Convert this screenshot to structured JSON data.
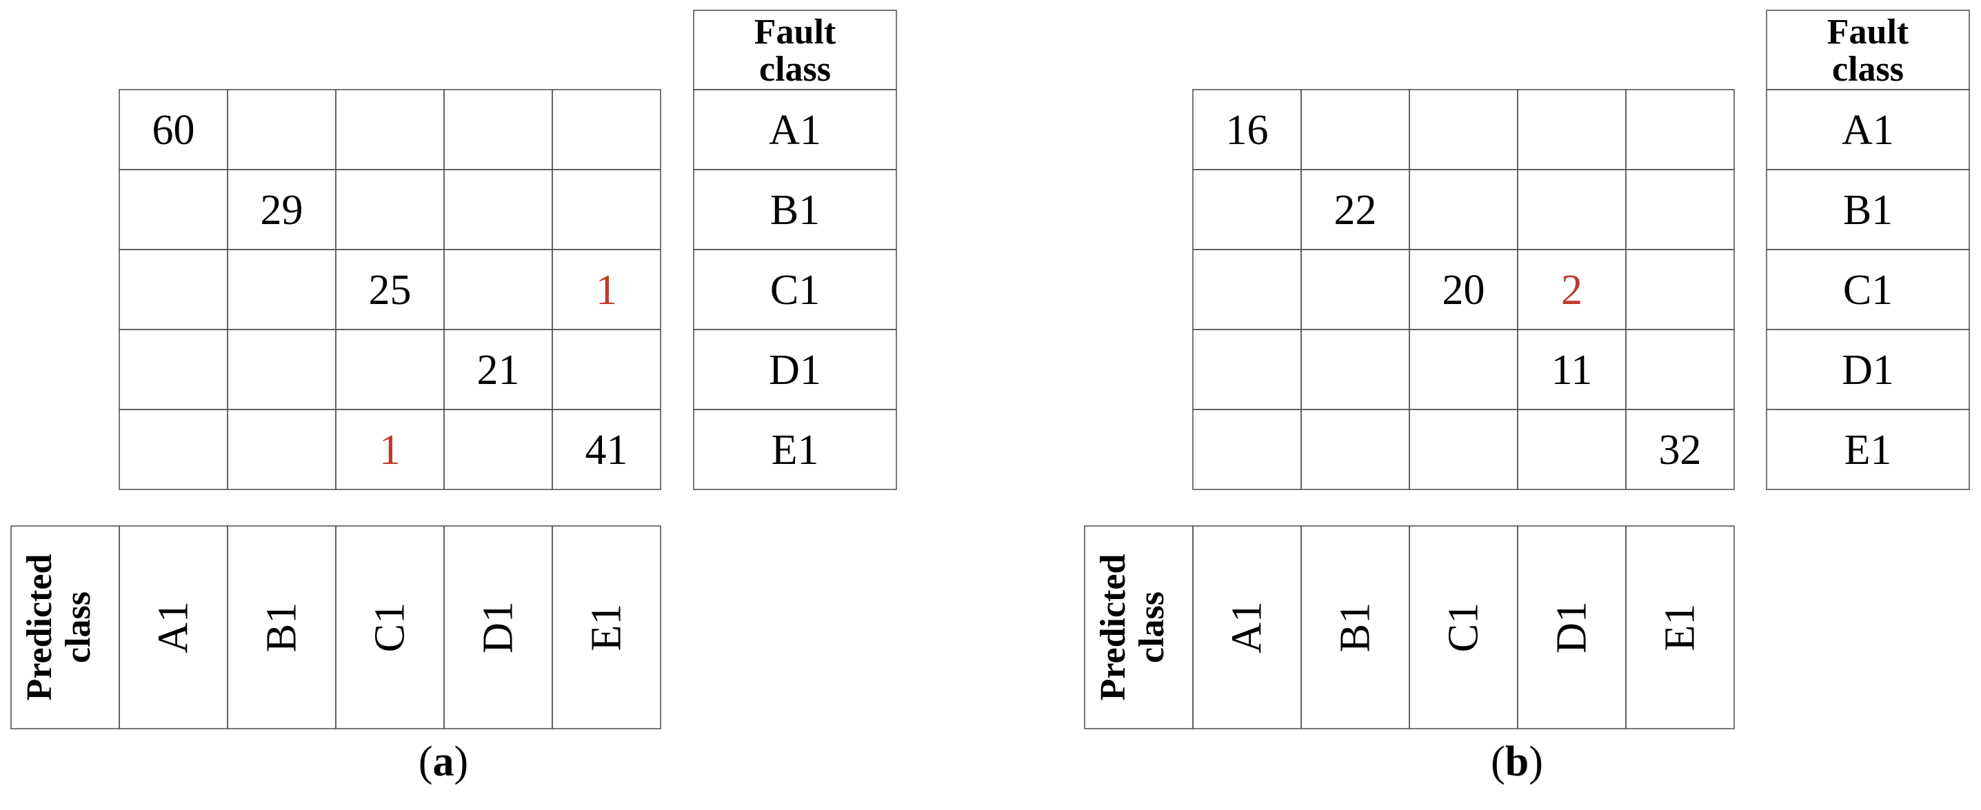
{
  "colors": {
    "correct": "#33CCFF",
    "misclassified": "#FFFF00",
    "misclassified_text": "#C0392B",
    "header": "#33CCFF",
    "text": "#000000"
  },
  "chart_data": [
    {
      "type": "table",
      "panel_label": "(a)",
      "fault_header": [
        "Fault",
        "class"
      ],
      "predicted_header": [
        "Predicted",
        "class"
      ],
      "fault_classes": [
        "A1",
        "B1",
        "C1",
        "D1",
        "E1"
      ],
      "predicted_classes": [
        "A1",
        "B1",
        "C1",
        "D1",
        "E1"
      ],
      "matrix": [
        [
          60,
          null,
          null,
          null,
          null
        ],
        [
          null,
          29,
          null,
          null,
          null
        ],
        [
          null,
          null,
          25,
          null,
          1
        ],
        [
          null,
          null,
          null,
          21,
          null
        ],
        [
          null,
          null,
          1,
          null,
          41
        ]
      ]
    },
    {
      "type": "table",
      "panel_label": "(b)",
      "fault_header": [
        "Fault",
        "class"
      ],
      "predicted_header": [
        "Predicted",
        "class"
      ],
      "fault_classes": [
        "A1",
        "B1",
        "C1",
        "D1",
        "E1"
      ],
      "predicted_classes": [
        "A1",
        "B1",
        "C1",
        "D1",
        "E1"
      ],
      "matrix": [
        [
          16,
          null,
          null,
          null,
          null
        ],
        [
          null,
          22,
          null,
          null,
          null
        ],
        [
          null,
          null,
          20,
          2,
          null
        ],
        [
          null,
          null,
          null,
          11,
          null
        ],
        [
          null,
          null,
          null,
          null,
          32
        ]
      ]
    }
  ]
}
